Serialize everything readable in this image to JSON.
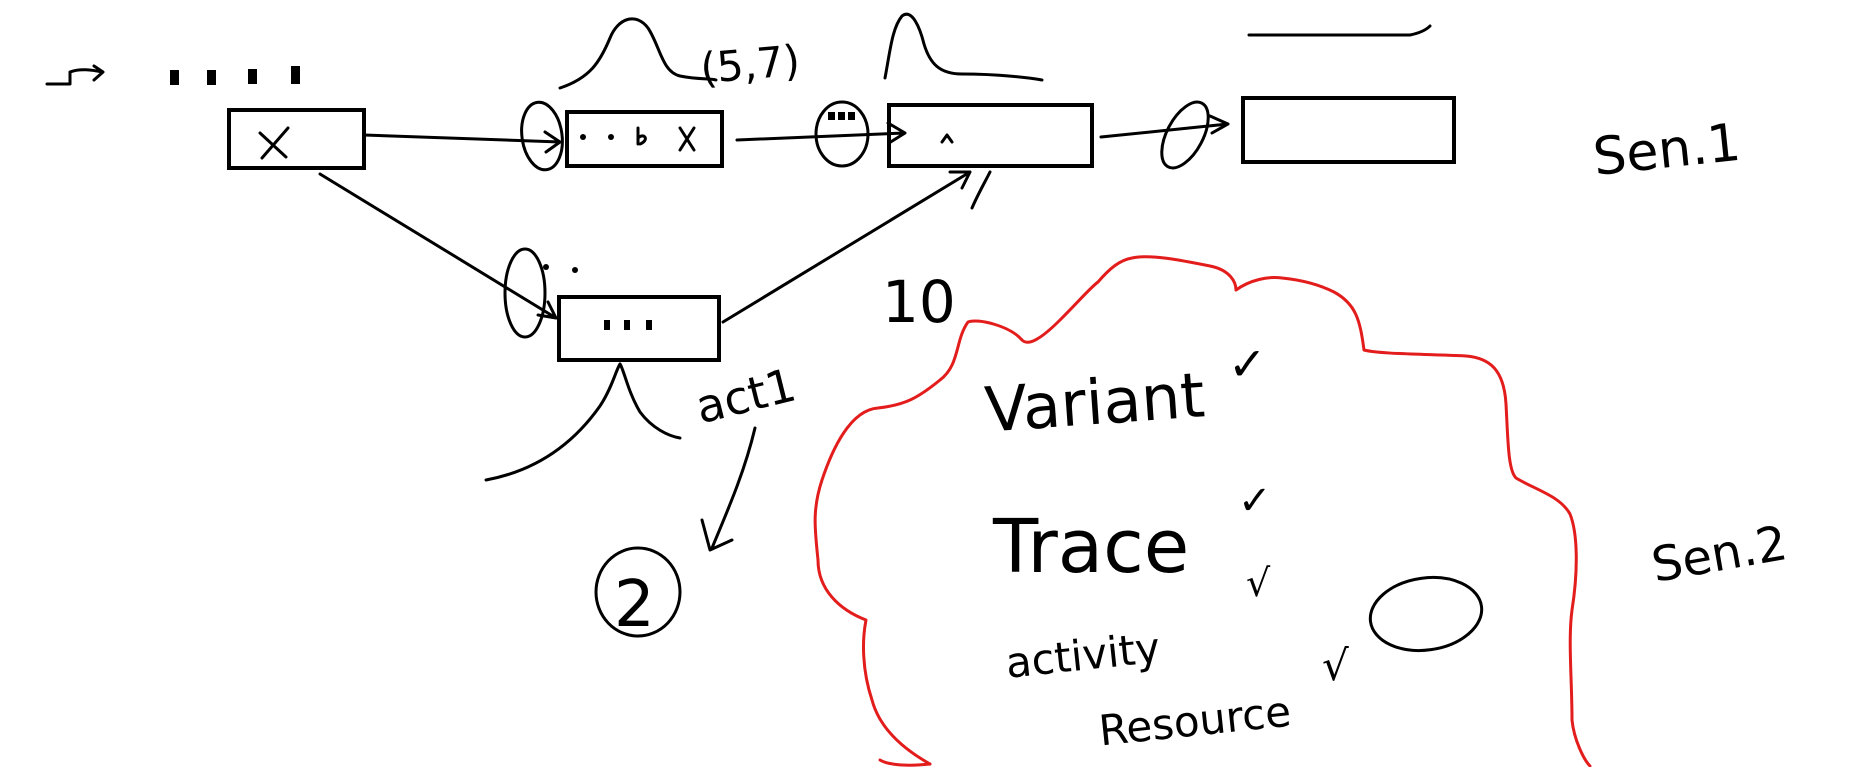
{
  "colors": {
    "ink": "#000000",
    "cloud": "#e31c1c",
    "background": "#ffffff"
  },
  "nodes": {
    "start_box": {
      "label": "X"
    },
    "middle_top_box": {
      "label": "• b X"
    },
    "lower_box": {
      "label": ""
    },
    "center_box": {
      "label": "^"
    },
    "end_box": {
      "label": ""
    }
  },
  "annotations": {
    "tuple_label": "(5,7)",
    "number_ten": "10",
    "act_label": "act1",
    "circled_number": "2",
    "scenario_1": "Sen.1",
    "scenario_2": "Sen.2"
  },
  "cloud_list": {
    "items": [
      {
        "label": "Variant",
        "check": "✓"
      },
      {
        "label": "Trace",
        "check": "✓"
      },
      {
        "label": "activity",
        "check": "√"
      },
      {
        "label": "Resource",
        "check": "√"
      }
    ]
  }
}
